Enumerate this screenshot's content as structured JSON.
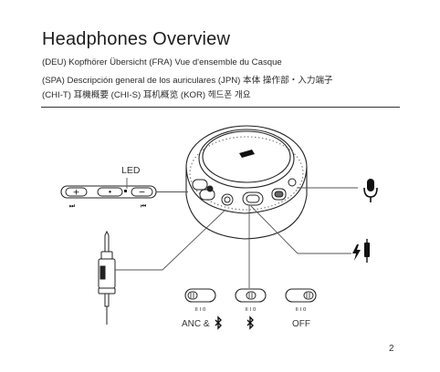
{
  "page": {
    "title": "Headphones Overview",
    "languages": [
      "(DEU) Kopfhörer Übersicht   (FRA) Vue d'ensemble du Casque",
      "(SPA) Descripción general de los auriculares   (JPN) 本体 操作部・入力端子",
      "(CHI-T) 耳機概要   (CHI-S) 耳机概览   (KOR) 헤드폰 개요"
    ],
    "page_number": "2"
  },
  "diagram": {
    "led_label": "LED",
    "remote_buttons": {
      "plus": "+",
      "center": "•",
      "minus": "−"
    },
    "remote_skip_forward": "⏭",
    "remote_skip_back": "⏮",
    "mic_icon": "microphone-icon",
    "charge_icon": "lightning-charge-icon",
    "switch_tick_labels": "II I 0",
    "switch_states": [
      {
        "label": "ANC & ",
        "glyph": "\u0002",
        "position": "left"
      },
      {
        "label": "",
        "glyph": "\u0002",
        "position": "center"
      },
      {
        "label": "OFF",
        "glyph": "",
        "position": "right"
      }
    ],
    "colors": {
      "ink": "#222222",
      "line": "#555555",
      "accent_text": "#333333"
    }
  }
}
